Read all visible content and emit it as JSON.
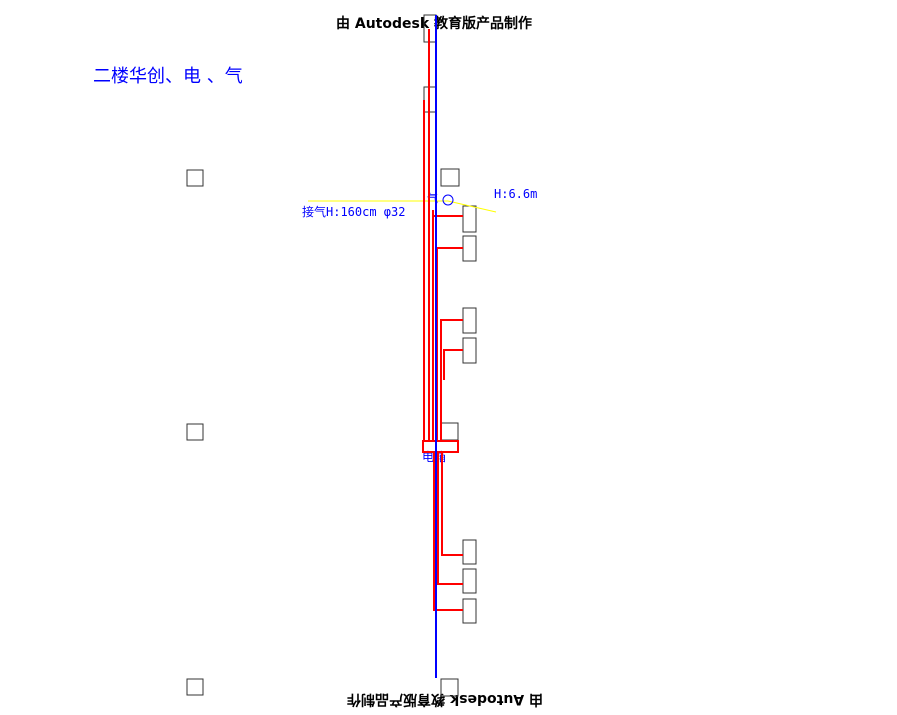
{
  "watermark": {
    "top": "由 Autodesk 教育版产品制作",
    "bottom": "由 Autodesk 教育版产品制作"
  },
  "drawing": {
    "title": "二楼华创、电 、气",
    "gas_inlet_label": "接气H:160cm φ32",
    "height_label": "H:6.6m",
    "gas_label": "气",
    "panel_label": "电箱"
  },
  "colors": {
    "power": "#ff0000",
    "gas": "#0000ff",
    "leader": "#ffff00",
    "outline": "#333333"
  }
}
